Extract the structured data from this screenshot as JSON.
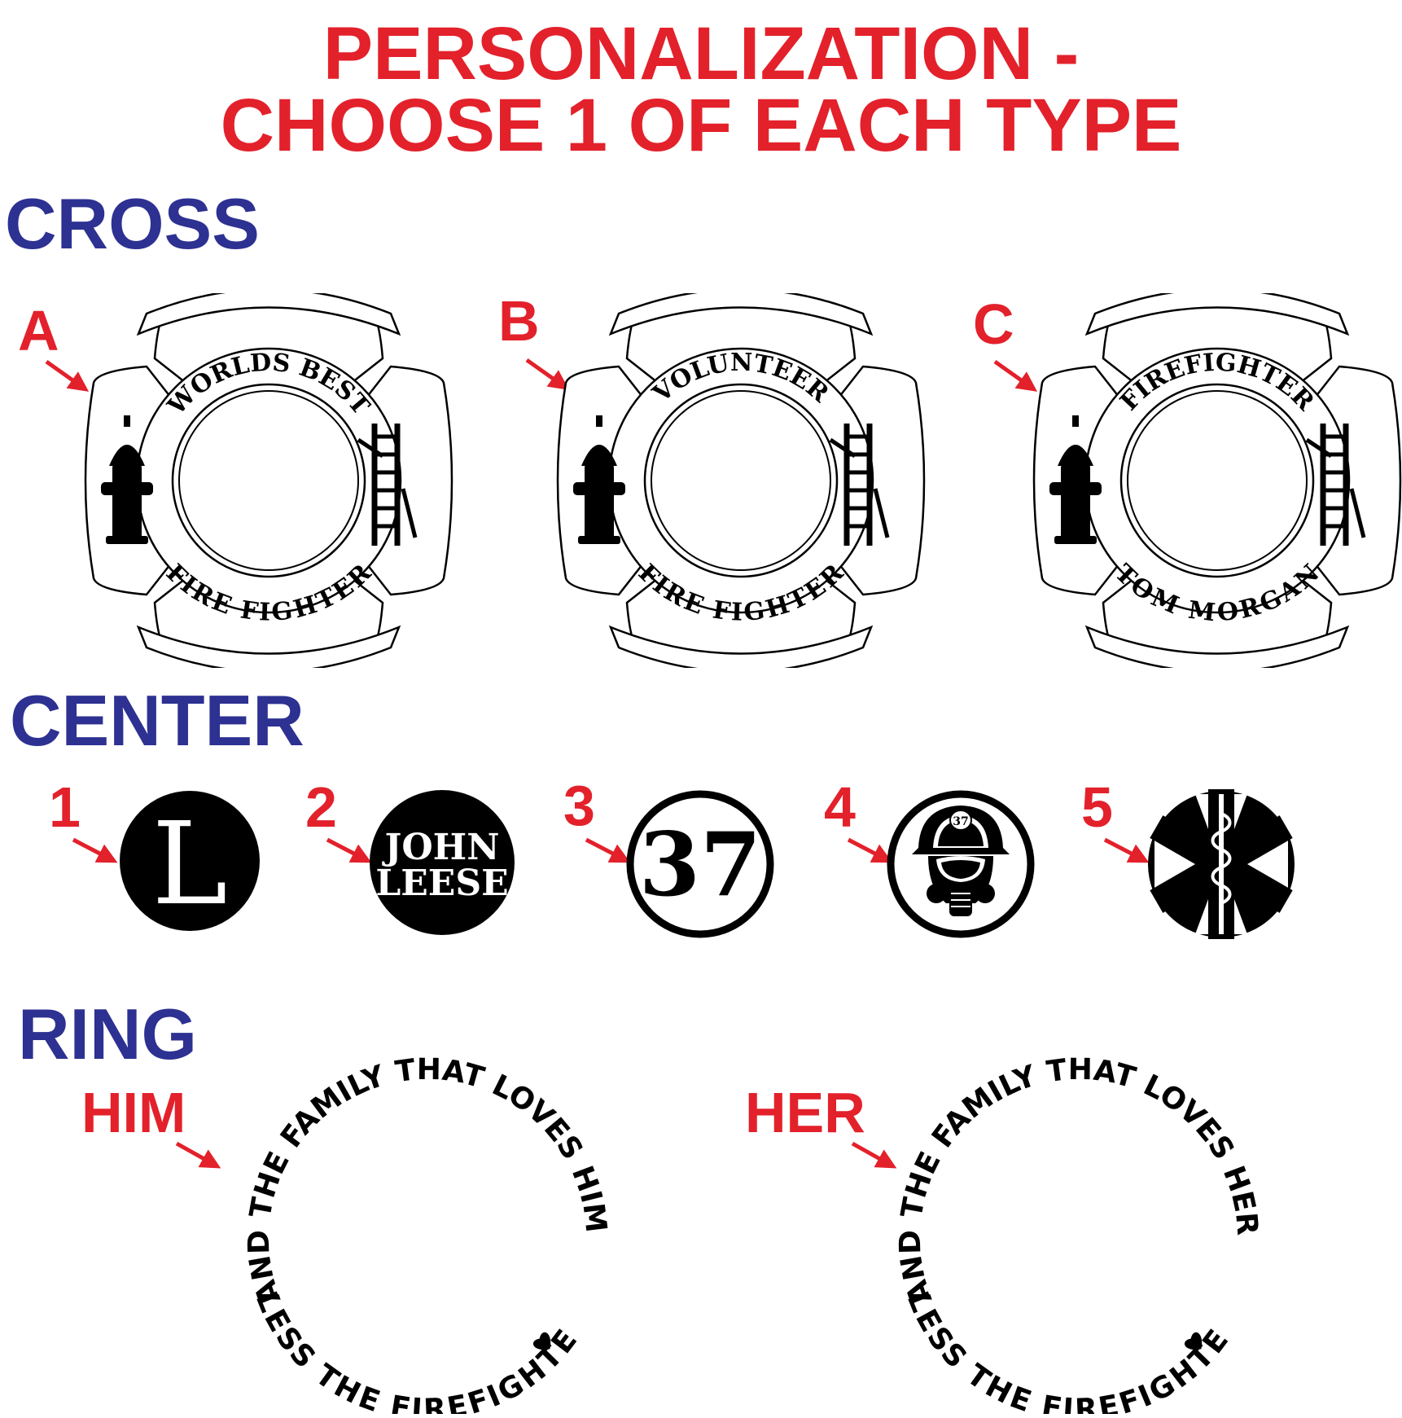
{
  "title": {
    "line1": "PERSONALIZATION -",
    "line2": "CHOOSE 1 OF EACH TYPE"
  },
  "colors": {
    "title": "#e3212b",
    "section": "#2d3191",
    "ink": "#000000"
  },
  "cross": {
    "heading": "CROSS",
    "options": [
      {
        "label": "A",
        "top": "WORLDS BEST",
        "bottom": "FIRE FIGHTER"
      },
      {
        "label": "B",
        "top": "VOLUNTEER",
        "bottom": "FIRE FIGHTER"
      },
      {
        "label": "C",
        "top": "FIREFIGHTER",
        "bottom": "TOM MORGAN"
      }
    ]
  },
  "center": {
    "heading": "CENTER",
    "options": [
      {
        "label": "1",
        "kind": "letter",
        "text": "L"
      },
      {
        "label": "2",
        "kind": "name",
        "line1": "JOHN",
        "line2": "LEESE"
      },
      {
        "label": "3",
        "kind": "number",
        "text": "37"
      },
      {
        "label": "4",
        "kind": "helmet-mask-icon",
        "text": "37"
      },
      {
        "label": "5",
        "kind": "star-of-life-icon"
      }
    ]
  },
  "ring": {
    "heading": "RING",
    "options": [
      {
        "label": "HIM",
        "top": "AND THE FAMILY THAT LOVES HIM",
        "bottom": "BLESS THE FIREFIGHTER"
      },
      {
        "label": "HER",
        "top": "AND THE FAMILY THAT LOVES HER",
        "bottom": "BLESS THE FIREFIGHTER"
      }
    ]
  }
}
